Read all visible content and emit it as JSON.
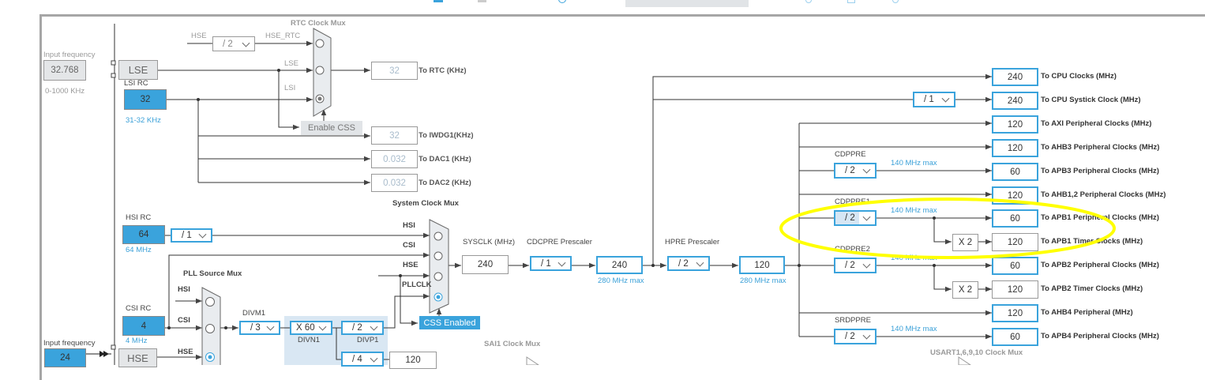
{
  "toolbar": {
    "resolve_button_visible": true
  },
  "lse": {
    "input_label": "Input frequency",
    "input_value": "32.768",
    "range": "0-1000 KHz",
    "label": "LSE"
  },
  "lsi": {
    "title": "LSI RC",
    "value": "32",
    "range": "31-32 KHz"
  },
  "rtc": {
    "mux_title": "RTC Clock Mux",
    "hse_label": "HSE",
    "hse_div": "/ 2",
    "hse_rtc_label": "HSE_RTC",
    "lse_label": "LSE",
    "lsi_label": "LSI",
    "enable_css": "Enable CSS",
    "to_rtc_value": "32",
    "to_rtc_label": "To RTC (KHz)",
    "iwdg_value": "32",
    "iwdg_label": "To IWDG1(KHz)",
    "dac1_value": "0.032",
    "dac1_label": "To DAC1 (KHz)",
    "dac2_value": "0.032",
    "dac2_label": "To DAC2 (KHz)",
    "selected": "LSI"
  },
  "hsi": {
    "title": "HSI RC",
    "value": "64",
    "range": "64 MHz",
    "div": "/ 1"
  },
  "csi": {
    "title": "CSI RC",
    "value": "4",
    "range": "4 MHz"
  },
  "hse": {
    "input_label": "Input frequency",
    "input_value": "24",
    "label": "HSE"
  },
  "sysmux": {
    "title": "System Clock Mux",
    "hsi": "HSI",
    "csi": "CSI",
    "hse": "HSE",
    "pllclk": "PLLCLK",
    "css_enabled": "CSS Enabled",
    "selected": "PLLCLK"
  },
  "pll": {
    "mux_title": "PLL Source Mux",
    "hsi": "HSI",
    "csi": "CSI",
    "hse": "HSE",
    "selected": "HSE",
    "divm1_label": "DIVM1",
    "divm1": "/ 3",
    "divn1_label": "DIVN1",
    "divn1": "X 60",
    "divp1_label": "DIVP1",
    "divp1": "/ 2",
    "divq1": "/ 4",
    "q_value": "120"
  },
  "sai1": {
    "mux_title": "SAI1 Clock Mux"
  },
  "sysclk": {
    "label": "SYSCLK (MHz)",
    "value": "240"
  },
  "cdcpre": {
    "label": "CDCPRE Prescaler",
    "div": "/ 1",
    "value": "240",
    "max": "280 MHz max"
  },
  "hpre": {
    "label": "HPRE Prescaler",
    "div": "/ 2",
    "value": "120",
    "max": "280 MHz max"
  },
  "systick_div": "/ 1",
  "prescalers": [
    {
      "label": "CDPPRE",
      "div": "/ 2",
      "max": "140 MHz max"
    },
    {
      "label": "CDPPRE1",
      "div": "/ 2",
      "max": "140 MHz max"
    },
    {
      "label": "CDPPRE2",
      "div": "/ 2",
      "max": "140 MHz max"
    },
    {
      "label": "SRDPPRE",
      "div": "/ 2",
      "max": "140 MHz max"
    }
  ],
  "multipliers": [
    "X 2",
    "X 2"
  ],
  "outputs": [
    {
      "value": "240",
      "label": "To CPU Clocks (MHz)",
      "timer": false
    },
    {
      "value": "240",
      "label": "To CPU Systick Clock (MHz)",
      "timer": false
    },
    {
      "value": "120",
      "label": "To AXI Peripheral Clocks (MHz)",
      "timer": false
    },
    {
      "value": "120",
      "label": "To AHB3 Peripheral Clocks  (MHz)",
      "timer": false
    },
    {
      "value": "60",
      "label": "To APB3 Peripheral Clocks (MHz)",
      "timer": false
    },
    {
      "value": "120",
      "label": "To AHB1,2 Peripheral Clocks (MHz)",
      "timer": false
    },
    {
      "value": "60",
      "label": "To APB1 Peripheral Clocks (MHz)",
      "timer": false
    },
    {
      "value": "120",
      "label": "To APB1 Timer Clocks (MHz)",
      "timer": true
    },
    {
      "value": "60",
      "label": "To APB2 Peripheral Clocks (MHz)",
      "timer": false
    },
    {
      "value": "120",
      "label": "To APB2 Timer Clocks (MHz)",
      "timer": true
    },
    {
      "value": "120",
      "label": "To AHB4 Peripheral (MHz)",
      "timer": false
    },
    {
      "value": "60",
      "label": "To APB4 Peripheral Clocks (MHz)",
      "timer": false
    }
  ],
  "usart": {
    "mux_title": "USART1,6,9,10 Clock Mux"
  },
  "colors": {
    "accent": "#3aa3dc",
    "highlight_annotation": "#ffff00",
    "pll_region": "#d9e7f3"
  }
}
